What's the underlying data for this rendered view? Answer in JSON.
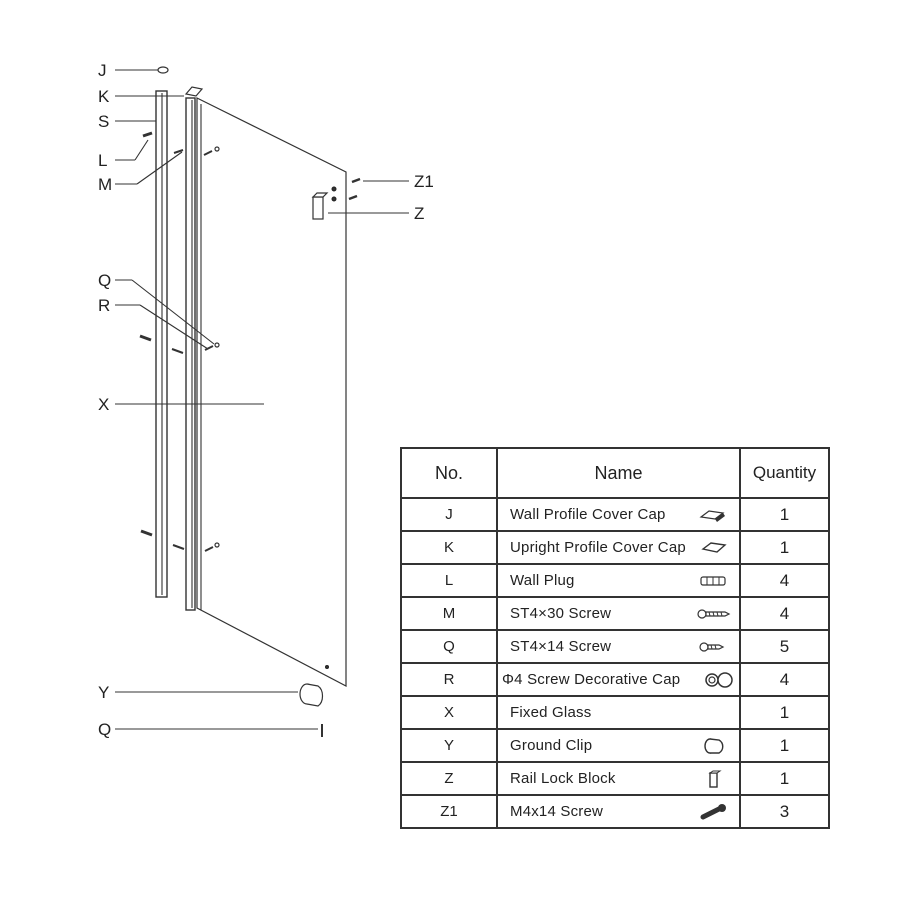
{
  "callouts": [
    {
      "id": "J",
      "label": "J"
    },
    {
      "id": "K",
      "label": "K"
    },
    {
      "id": "S",
      "label": "S"
    },
    {
      "id": "L",
      "label": "L"
    },
    {
      "id": "M",
      "label": "M"
    },
    {
      "id": "Z1",
      "label": "Z1"
    },
    {
      "id": "Z",
      "label": "Z"
    },
    {
      "id": "Q",
      "label": "Q"
    },
    {
      "id": "R",
      "label": "R"
    },
    {
      "id": "X",
      "label": "X"
    },
    {
      "id": "Y",
      "label": "Y"
    },
    {
      "id": "Q2",
      "label": "Q"
    }
  ],
  "table": {
    "headers": {
      "no": "No.",
      "name": "Name",
      "quantity": "Quantity"
    },
    "rows": [
      {
        "no": "J",
        "name": "Wall  Profile Cover Cap",
        "qty": "1",
        "icon": "cover-cap-icon"
      },
      {
        "no": "K",
        "name": "Upright  Profile Cover Cap",
        "qty": "1",
        "icon": "upright-cap-icon"
      },
      {
        "no": "L",
        "name": "Wall   Plug",
        "qty": "4",
        "icon": "wall-plug-icon"
      },
      {
        "no": "M",
        "name": "ST4×30  Screw",
        "qty": "4",
        "icon": "long-screw-icon"
      },
      {
        "no": "Q",
        "name": "ST4×14  Screw",
        "qty": "5",
        "icon": "short-screw-icon"
      },
      {
        "no": "R",
        "name": "Φ4 Screw Decorative Cap",
        "qty": "4",
        "icon": "decorative-cap-icon"
      },
      {
        "no": "X",
        "name": "Fixed Glass",
        "qty": "1",
        "icon": ""
      },
      {
        "no": "Y",
        "name": "Ground Clip",
        "qty": "1",
        "icon": "ground-clip-icon"
      },
      {
        "no": "Z",
        "name": "Rail  Lock  Block",
        "qty": "1",
        "icon": "lock-block-icon"
      },
      {
        "no": "Z1",
        "name": "M4x14  Screw",
        "qty": "3",
        "icon": "machine-screw-icon"
      }
    ]
  }
}
